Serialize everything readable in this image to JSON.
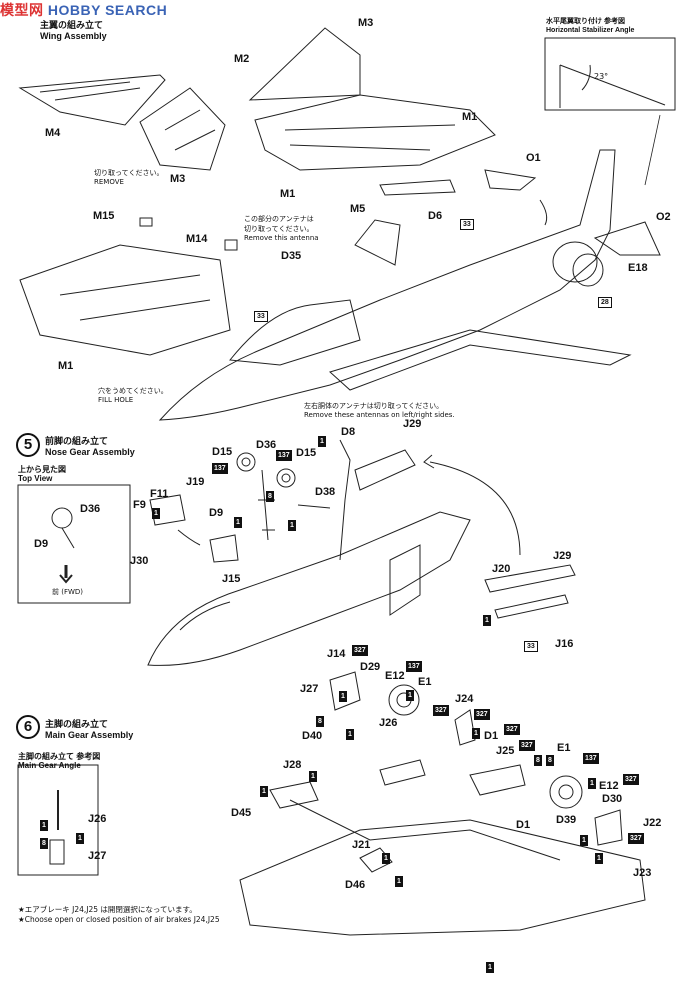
{
  "watermark": {
    "logo": "模型网",
    "text": "HOBBY SEARCH"
  },
  "wing": {
    "title_jp": "主翼の組み立て",
    "title_en": "Wing Assembly",
    "note_remove_jp": "切り取ってください。",
    "note_remove_en": "REMOVE",
    "note_antenna_jp": "この部分のアンテナは\n切り取ってください。",
    "note_antenna_en": "Remove this antenna",
    "note_fill_jp": "穴をうめてください。",
    "note_fill_en": "FILL HOLE",
    "note_lr_jp": "左右胴体のアンテナは切り取ってください。",
    "note_lr_en": "Remove these antennas on left/right sides.",
    "parts": [
      "M3",
      "M2",
      "M4",
      "M3",
      "M1",
      "M5",
      "O1",
      "O2",
      "E18",
      "D6",
      "M15",
      "M14",
      "D35",
      "M1"
    ],
    "badges": [
      "33",
      "28",
      "33"
    ]
  },
  "stabilizer": {
    "title_jp": "水平尾翼取り付け 参考図",
    "title_en": "Horizontal Stabilizer Angle",
    "angle": "23°"
  },
  "nose_gear": {
    "number": "5",
    "title_jp": "前脚の組み立て",
    "title_en": "Nose Gear Assembly",
    "top_view_jp": "上から見た図",
    "top_view_en": "Top View",
    "fwd": "前 (FWD)",
    "parts": [
      "D8",
      "J29",
      "D15",
      "D36",
      "D15",
      "D38",
      "F11",
      "J19",
      "F9",
      "D9",
      "J30",
      "J15",
      "J20",
      "J29",
      "J14",
      "J16",
      "D36",
      "D9"
    ],
    "badges": [
      "1",
      "137",
      "137",
      "1",
      "8",
      "1",
      "1",
      "1",
      "1",
      "33"
    ]
  },
  "main_gear": {
    "number": "6",
    "title_jp": "主脚の組み立て",
    "title_en": "Main Gear Assembly",
    "ref_jp": "主脚の組み立て 参考図",
    "ref_en": "Main Gear Angle",
    "parts": [
      "D29",
      "E12",
      "E1",
      "J27",
      "J24",
      "J26",
      "D40",
      "D1",
      "J25",
      "E1",
      "J28",
      "D45",
      "E12",
      "D30",
      "J22",
      "D39",
      "D1",
      "J21",
      "J23",
      "D46",
      "J26",
      "J27"
    ],
    "badges": [
      "327",
      "137",
      "1",
      "1",
      "327",
      "8",
      "1",
      "327",
      "1",
      "8",
      "327",
      "327",
      "137",
      "8",
      "1",
      "1",
      "1",
      "327",
      "1",
      "1",
      "327",
      "1",
      "1",
      "8",
      "1"
    ]
  },
  "footnote": {
    "jp": "★エアブレーキ J24,J25 は開閉選択になっています。",
    "en": "★Choose open or closed position of air brakes J24,J25"
  }
}
